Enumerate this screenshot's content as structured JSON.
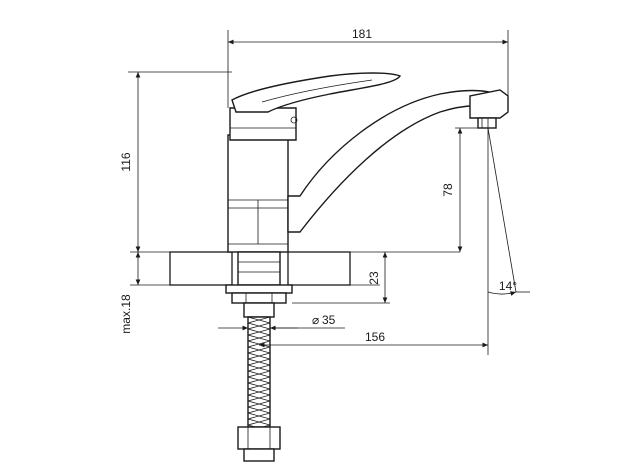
{
  "diagram": {
    "dimensions": {
      "total_length": "181",
      "body_height": "116",
      "spout_height": "78",
      "mount_depth": "23",
      "max_countertop": "max.18",
      "bore_diameter": "35",
      "spout_reach": "156",
      "aerator_angle": "14°"
    },
    "diameter_symbol": "⌀"
  }
}
